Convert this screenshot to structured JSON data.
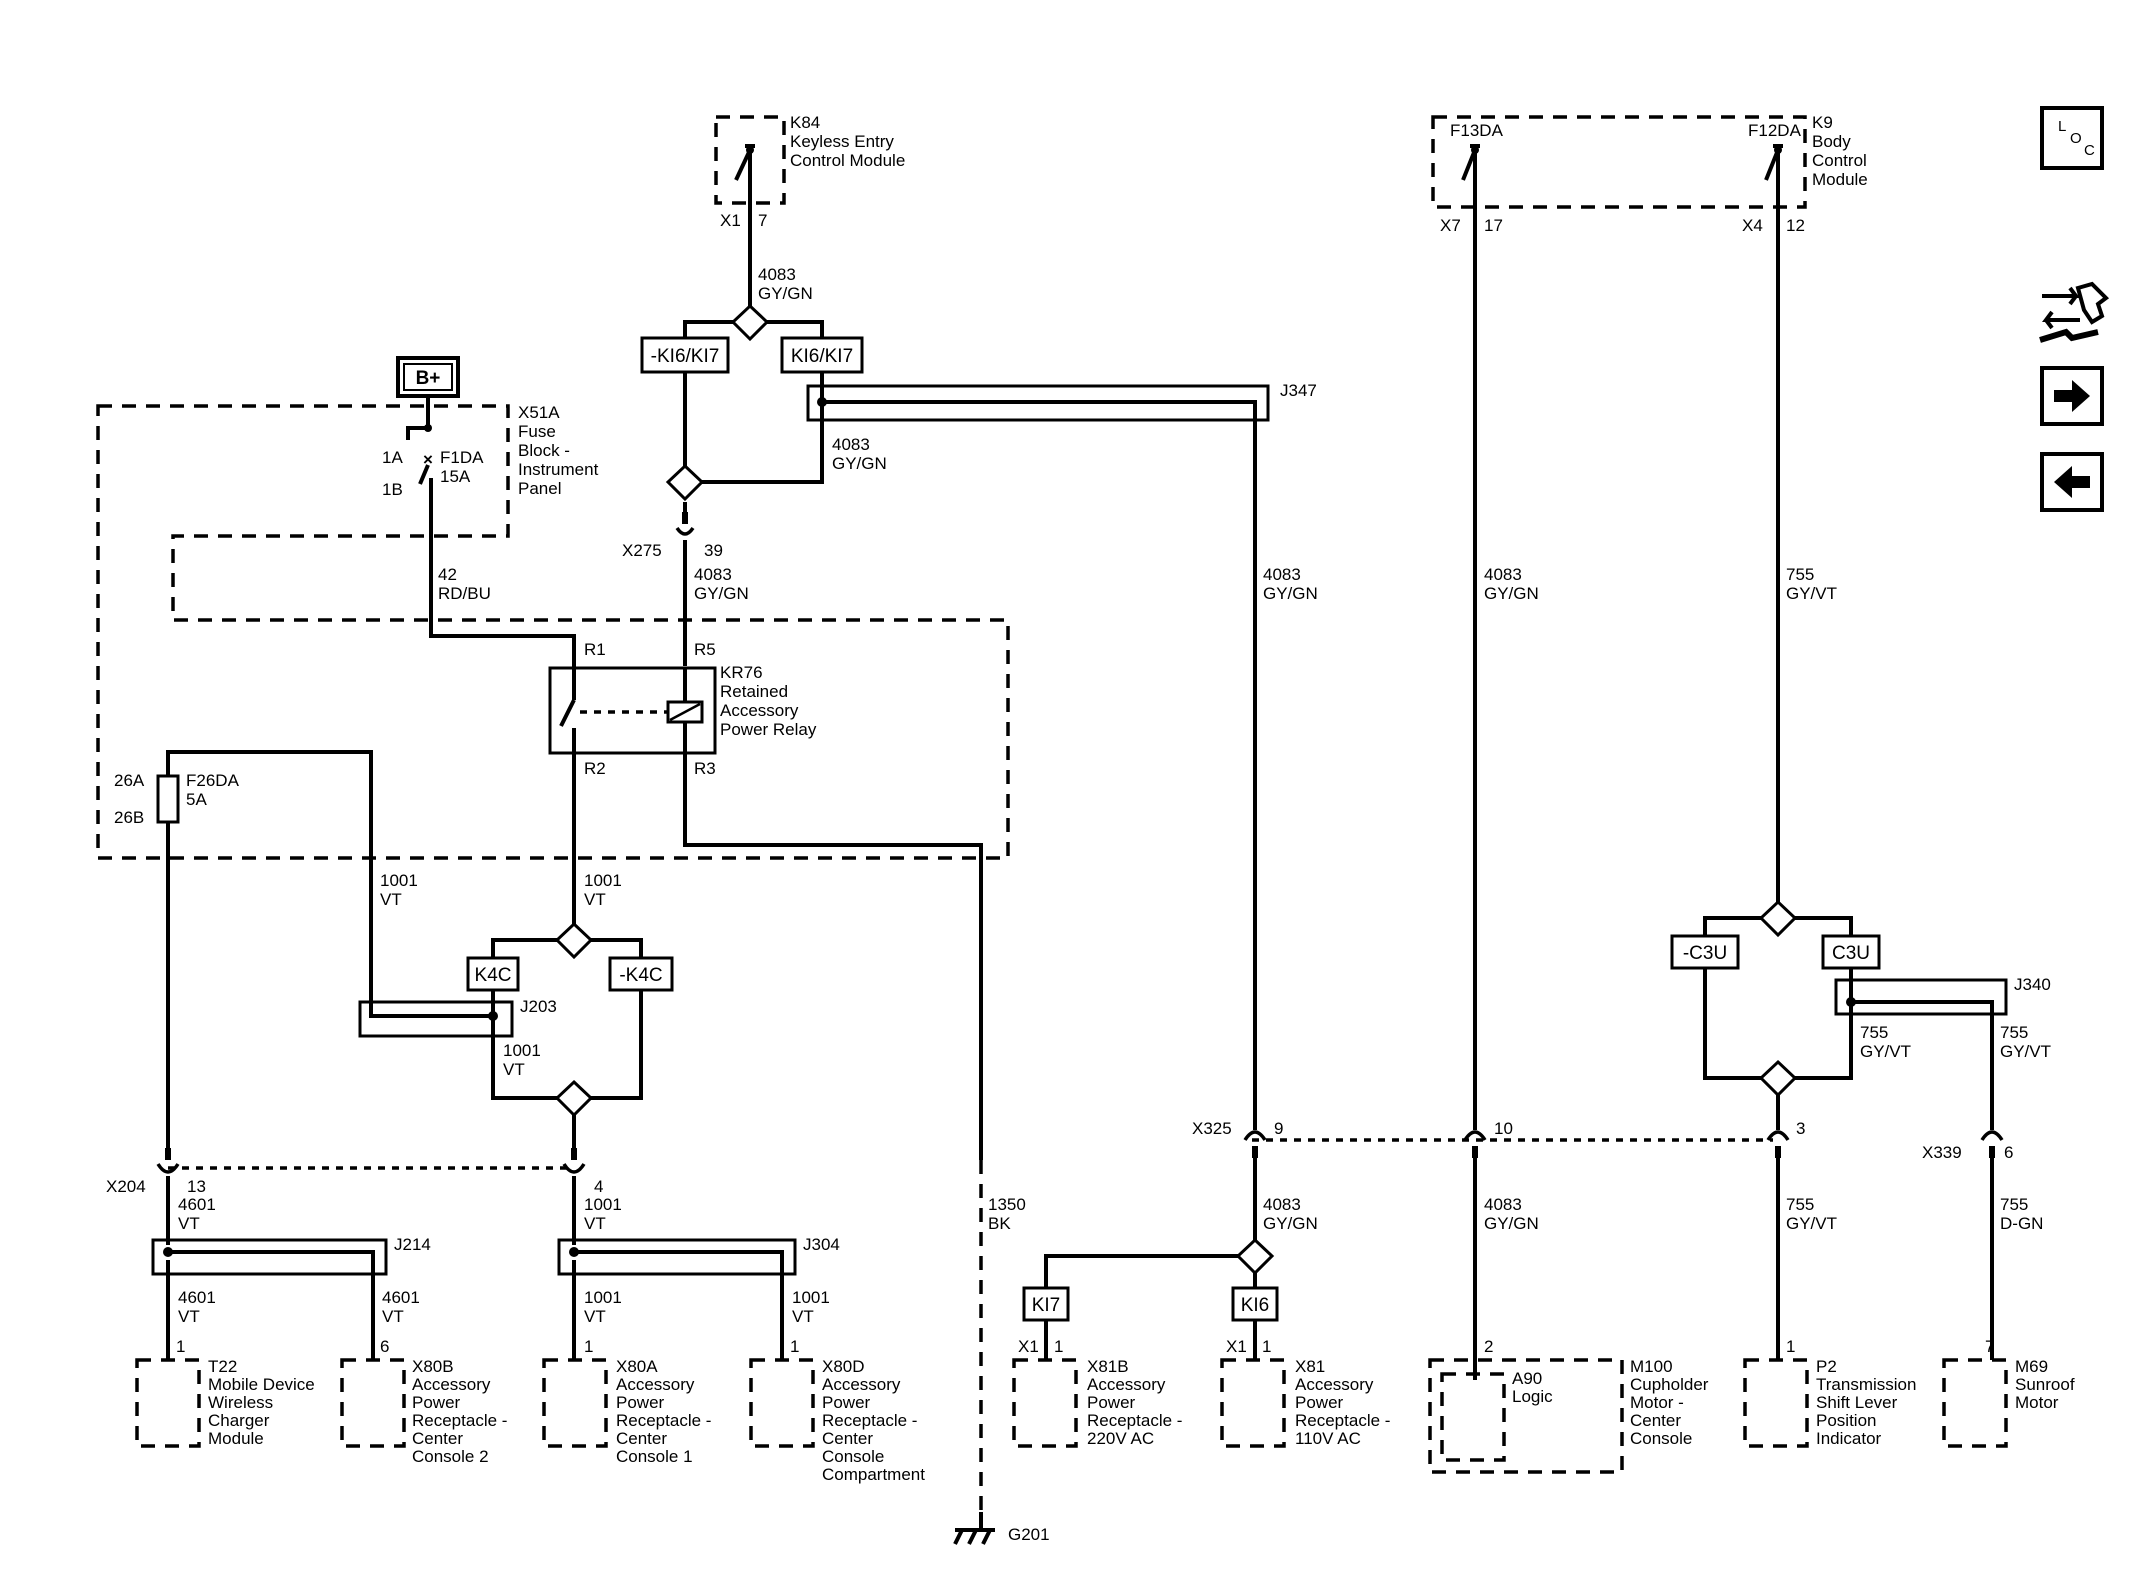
{
  "components": {
    "k84": {
      "id": "K84",
      "lines": [
        "Keyless Entry",
        "Control Module"
      ],
      "pin_conn": "X1",
      "pin": "7"
    },
    "k9": {
      "id": "K9",
      "lines": [
        "Body",
        "Control",
        "Module"
      ],
      "switch_left": "F13DA",
      "switch_right": "F12DA",
      "conn_left": "X7",
      "pin_left": "17",
      "conn_right": "X4",
      "pin_right": "12"
    },
    "x51a": {
      "id": "X51A",
      "lines": [
        "Fuse",
        "Block -",
        "Instrument",
        "Panel"
      ],
      "fuse_id": "F1DA",
      "fuse_rating": "15A",
      "pin_a": "1A",
      "pin_b": "1B"
    },
    "battery": {
      "label": "B+"
    },
    "kr76": {
      "id": "KR76",
      "lines": [
        "Retained",
        "Accessory",
        "Power Relay"
      ],
      "r1": "R1",
      "r5": "R5",
      "r2": "R2",
      "r3": "R3"
    },
    "f26da": {
      "id": "F26DA",
      "rating": "5A",
      "pin_a": "26A",
      "pin_b": "26B"
    },
    "t22": {
      "id": "T22",
      "lines": [
        "Mobile Device",
        "Wireless",
        "Charger",
        "Module"
      ],
      "pin": "1"
    },
    "x80b": {
      "id": "X80B",
      "lines": [
        "Accessory",
        "Power",
        "Receptacle -",
        "Center",
        "Console 2"
      ],
      "pin": "6"
    },
    "x80a": {
      "id": "X80A",
      "lines": [
        "Accessory",
        "Power",
        "Receptacle -",
        "Center",
        "Console 1"
      ],
      "pin": "1"
    },
    "x80d": {
      "id": "X80D",
      "lines": [
        "Accessory",
        "Power",
        "Receptacle -",
        "Center",
        "Console",
        "Compartment"
      ],
      "pin": "1"
    },
    "x81b": {
      "id": "X81B",
      "lines": [
        "Accessory",
        "Power",
        "Receptacle -",
        "220V AC"
      ],
      "conn": "X1",
      "pin": "1"
    },
    "x81": {
      "id": "X81",
      "lines": [
        "Accessory",
        "Power",
        "Receptacle -",
        "110V AC"
      ],
      "conn": "X1",
      "pin": "1"
    },
    "m100": {
      "id": "M100",
      "lines": [
        "Cupholder",
        "Motor -",
        "Center",
        "Console"
      ],
      "inner_id": "A90",
      "inner_label": "Logic",
      "pin": "2"
    },
    "p2": {
      "id": "P2",
      "lines": [
        "Transmission",
        "Shift Lever",
        "Position",
        "Indicator"
      ],
      "pin": "1"
    },
    "m69": {
      "id": "M69",
      "lines": [
        "Sunroof",
        "Motor"
      ],
      "pin": "7"
    },
    "g201": {
      "id": "G201"
    }
  },
  "option_boxes": {
    "ki6ki7_neg": "-KI6/KI7",
    "ki6ki7": "KI6/KI7",
    "k4c": "K4C",
    "k4c_neg": "-K4C",
    "c3u_neg": "-C3U",
    "c3u": "C3U",
    "ki7": "KI7",
    "ki6": "KI6"
  },
  "splices": {
    "j347": "J347",
    "j203": "J203",
    "j214": "J214",
    "j304": "J304",
    "j340": "J340"
  },
  "connectors": {
    "x275": {
      "id": "X275",
      "pin": "39"
    },
    "x204": {
      "id": "X204",
      "pin": "13"
    },
    "x204_b": {
      "pin": "4"
    },
    "x325": {
      "id": "X325",
      "pin": "9"
    },
    "x325_b": {
      "pin": "10"
    },
    "x325_c": {
      "pin": "3"
    },
    "x339": {
      "id": "X339",
      "pin": "6"
    }
  },
  "wires": {
    "w_4083_top": {
      "circuit": "4083",
      "color": "GY/GN"
    },
    "w_4083_right": {
      "circuit": "4083",
      "color": "GY/GN"
    },
    "w_4083_x275": {
      "circuit": "4083",
      "color": "GY/GN"
    },
    "w_4083_j347": {
      "circuit": "4083",
      "color": "GY/GN"
    },
    "w_4083_k9": {
      "circuit": "4083",
      "color": "GY/GN"
    },
    "w_755_k9": {
      "circuit": "755",
      "color": "GY/VT"
    },
    "w_42": {
      "circuit": "42",
      "color": "RD/BU"
    },
    "w_1001_f26": {
      "circuit": "1001",
      "color": "VT"
    },
    "w_1001_r2": {
      "circuit": "1001",
      "color": "VT"
    },
    "w_1001_j203": {
      "circuit": "1001",
      "color": "VT"
    },
    "w_4601_x204": {
      "circuit": "4601",
      "color": "VT"
    },
    "w_1001_x204": {
      "circuit": "1001",
      "color": "VT"
    },
    "w_1350": {
      "circuit": "1350",
      "color": "BK"
    },
    "w_4601_t22": {
      "circuit": "4601",
      "color": "VT"
    },
    "w_4601_x80b": {
      "circuit": "4601",
      "color": "VT"
    },
    "w_1001_x80a": {
      "circuit": "1001",
      "color": "VT"
    },
    "w_1001_x80d": {
      "circuit": "1001",
      "color": "VT"
    },
    "w_4083_x325": {
      "circuit": "4083",
      "color": "GY/GN"
    },
    "w_4083_a90": {
      "circuit": "4083",
      "color": "GY/GN"
    },
    "w_755_p2": {
      "circuit": "755",
      "color": "GY/VT"
    },
    "w_755_j340_l": {
      "circuit": "755",
      "color": "GY/VT"
    },
    "w_755_j340_r": {
      "circuit": "755",
      "color": "GY/VT"
    },
    "w_755_m69": {
      "circuit": "755",
      "color": "D-GN"
    }
  },
  "nav": {
    "loc": [
      "L",
      "O",
      "C"
    ],
    "icons": [
      "service-icon",
      "arrow-right-icon",
      "arrow-left-icon"
    ]
  }
}
